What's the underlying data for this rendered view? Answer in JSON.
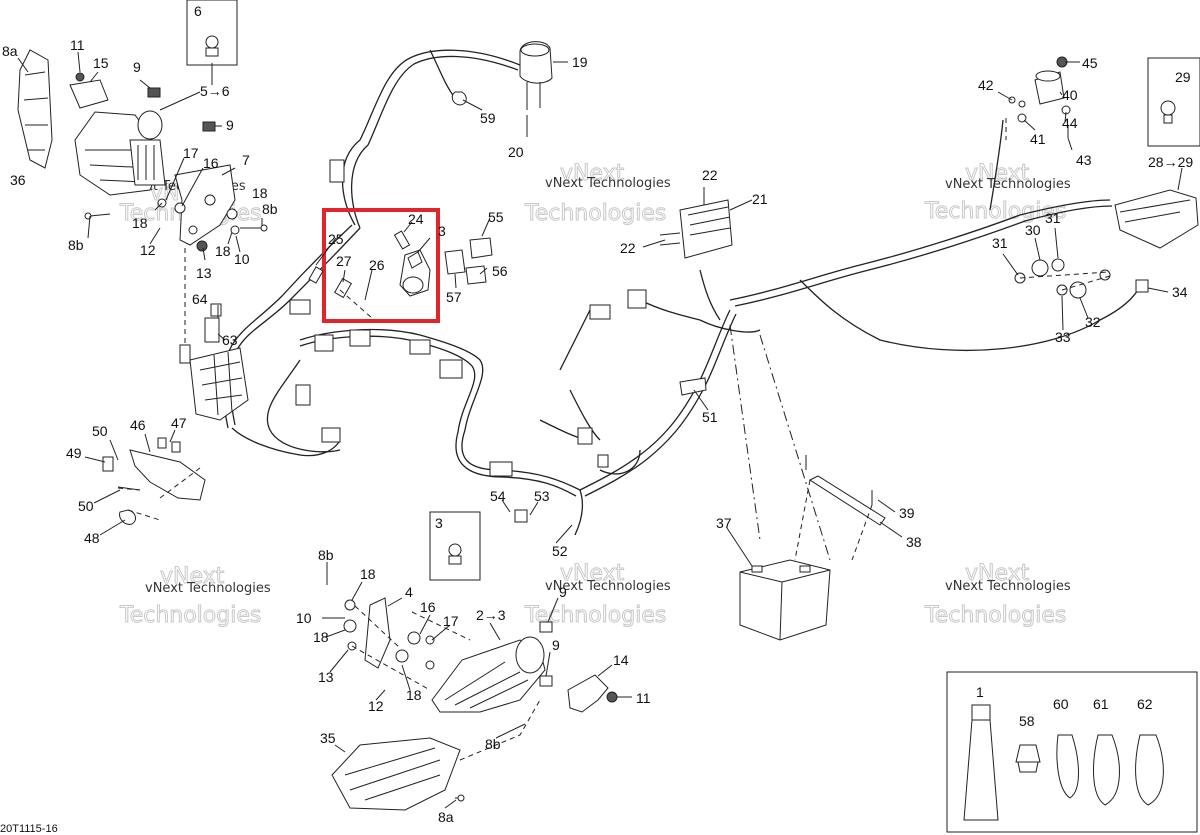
{
  "diagram_ref": "20T1115-16",
  "watermark_small": "vNext Technologies",
  "watermark_large": "Technologies",
  "watermark_top": "vNext",
  "highlight_color": "#e0262b",
  "callouts": {
    "c8a_top": "8a",
    "c11_top": "11",
    "c15": "15",
    "c9_top": "9",
    "c5_6": "5→6",
    "c9_mid": "9",
    "c36": "36",
    "c17_top": "17",
    "c16_top": "16",
    "c7": "7",
    "c18_top": "18",
    "c8b_top": "8b",
    "c8b_left": "8b",
    "c12_top": "12",
    "c13_top": "13",
    "c18_mid": "18",
    "c10_top": "10",
    "c6": "6",
    "c19": "19",
    "c59": "59",
    "c20": "20",
    "c24": "24",
    "c25": "25",
    "c3_top": "3",
    "c27": "27",
    "c26": "26",
    "c55": "55",
    "c56": "56",
    "c57": "57",
    "c64": "64",
    "c63": "63",
    "c22_top": "22",
    "c21": "21",
    "c22_mid": "22",
    "c51": "51",
    "c45": "45",
    "c42": "42",
    "c40": "40",
    "c44": "44",
    "c41": "41",
    "c43": "43",
    "c29": "29",
    "c28_29": "28→29",
    "c31_a": "31",
    "c30": "30",
    "c31_b": "31",
    "c34": "34",
    "c32": "32",
    "c33": "33",
    "c50_a": "50",
    "c46": "46",
    "c47": "47",
    "c49": "49",
    "c50_b": "50",
    "c48": "48",
    "c54": "54",
    "c53": "53",
    "c52": "52",
    "c37": "37",
    "c39": "39",
    "c38": "38",
    "c3_box": "3",
    "c8b_low": "8b",
    "c18_low": "18",
    "c4": "4",
    "c10_low": "10",
    "c18_low2": "18",
    "c16_low": "16",
    "c17_low": "17",
    "c13_low": "13",
    "c12_low": "12",
    "c18_low3": "18",
    "c2_3": "2→3",
    "c9_low": "9",
    "c9_low2": "9",
    "c14": "14",
    "c11_low": "11",
    "c8b_bottom": "8b",
    "c35": "35",
    "c8a_bottom": "8a",
    "c1": "1",
    "c58": "58",
    "c60": "60",
    "c61": "61",
    "c62": "62"
  }
}
